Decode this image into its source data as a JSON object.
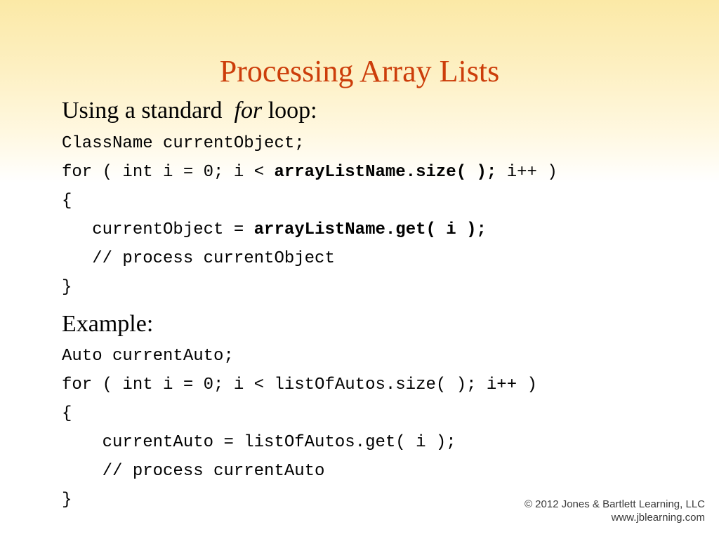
{
  "slide": {
    "title": "Processing Array Lists",
    "section1": {
      "heading_before": "Using a standard  ",
      "heading_keyword": "for",
      "heading_after": " loop:",
      "lines": [
        {
          "parts": [
            {
              "text": "ClassName currentObject;",
              "bold": false
            }
          ]
        },
        {
          "parts": [
            {
              "text": "for ( int i = 0; i < ",
              "bold": false
            },
            {
              "text": "arrayListName.size( );",
              "bold": true
            },
            {
              "text": " i++ )",
              "bold": false
            }
          ]
        },
        {
          "parts": [
            {
              "text": "{",
              "bold": false
            }
          ]
        },
        {
          "parts": [
            {
              "text": "   currentObject = ",
              "bold": false
            },
            {
              "text": "arrayListName.get( i );",
              "bold": true
            }
          ]
        },
        {
          "parts": [
            {
              "text": "   // process currentObject",
              "bold": false
            }
          ]
        },
        {
          "parts": [
            {
              "text": "}",
              "bold": false
            }
          ]
        }
      ]
    },
    "section2": {
      "heading": "Example:",
      "lines": [
        {
          "parts": [
            {
              "text": "Auto currentAuto;",
              "bold": false
            }
          ]
        },
        {
          "parts": [
            {
              "text": "for ( int i = 0; i < listOfAutos.size( ); i++ )",
              "bold": false
            }
          ]
        },
        {
          "parts": [
            {
              "text": "{",
              "bold": false
            }
          ]
        },
        {
          "parts": [
            {
              "text": "    currentAuto = listOfAutos.get( i );",
              "bold": false
            }
          ]
        },
        {
          "parts": [
            {
              "text": "    // process currentAuto",
              "bold": false
            }
          ]
        },
        {
          "parts": [
            {
              "text": "}",
              "bold": false
            }
          ]
        }
      ]
    },
    "footer": {
      "copyright": "© 2012 Jones & Bartlett Learning, LLC",
      "website": "www.jblearning.com"
    }
  }
}
